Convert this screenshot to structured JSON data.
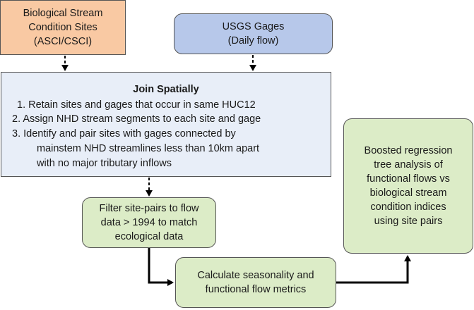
{
  "boxes": {
    "bio_sites": {
      "lines": [
        "Biological Stream",
        "Condition Sites",
        "(ASCI/CSCI)"
      ]
    },
    "usgs": {
      "lines": [
        "USGS Gages",
        "(Daily flow)"
      ]
    },
    "join": {
      "title": "Join Spatially",
      "items": [
        "1.   Retain sites and gages that occur in same HUC12",
        "2.   Assign NHD stream segments to each site and gage",
        "3.   Identify and pair sites with gages connected by",
        "mainstem NHD streamlines less than 10km apart",
        "with no major tributary inflows"
      ]
    },
    "filter": {
      "lines": [
        "Filter site-pairs to flow",
        "data > 1994 to match",
        "ecological data"
      ]
    },
    "calculate": {
      "lines": [
        "Calculate seasonality and",
        "functional flow metrics"
      ]
    },
    "brt": {
      "lines": [
        "Boosted regression",
        "tree analysis of",
        "functional flows vs",
        "biological stream",
        "condition indices",
        "using site pairs"
      ]
    }
  },
  "colors": {
    "orange_fill": "#f9c9a3",
    "blue_fill": "#b7c8ea",
    "light_blue_fill": "#e8eef8",
    "green_fill": "#dcecc7"
  }
}
